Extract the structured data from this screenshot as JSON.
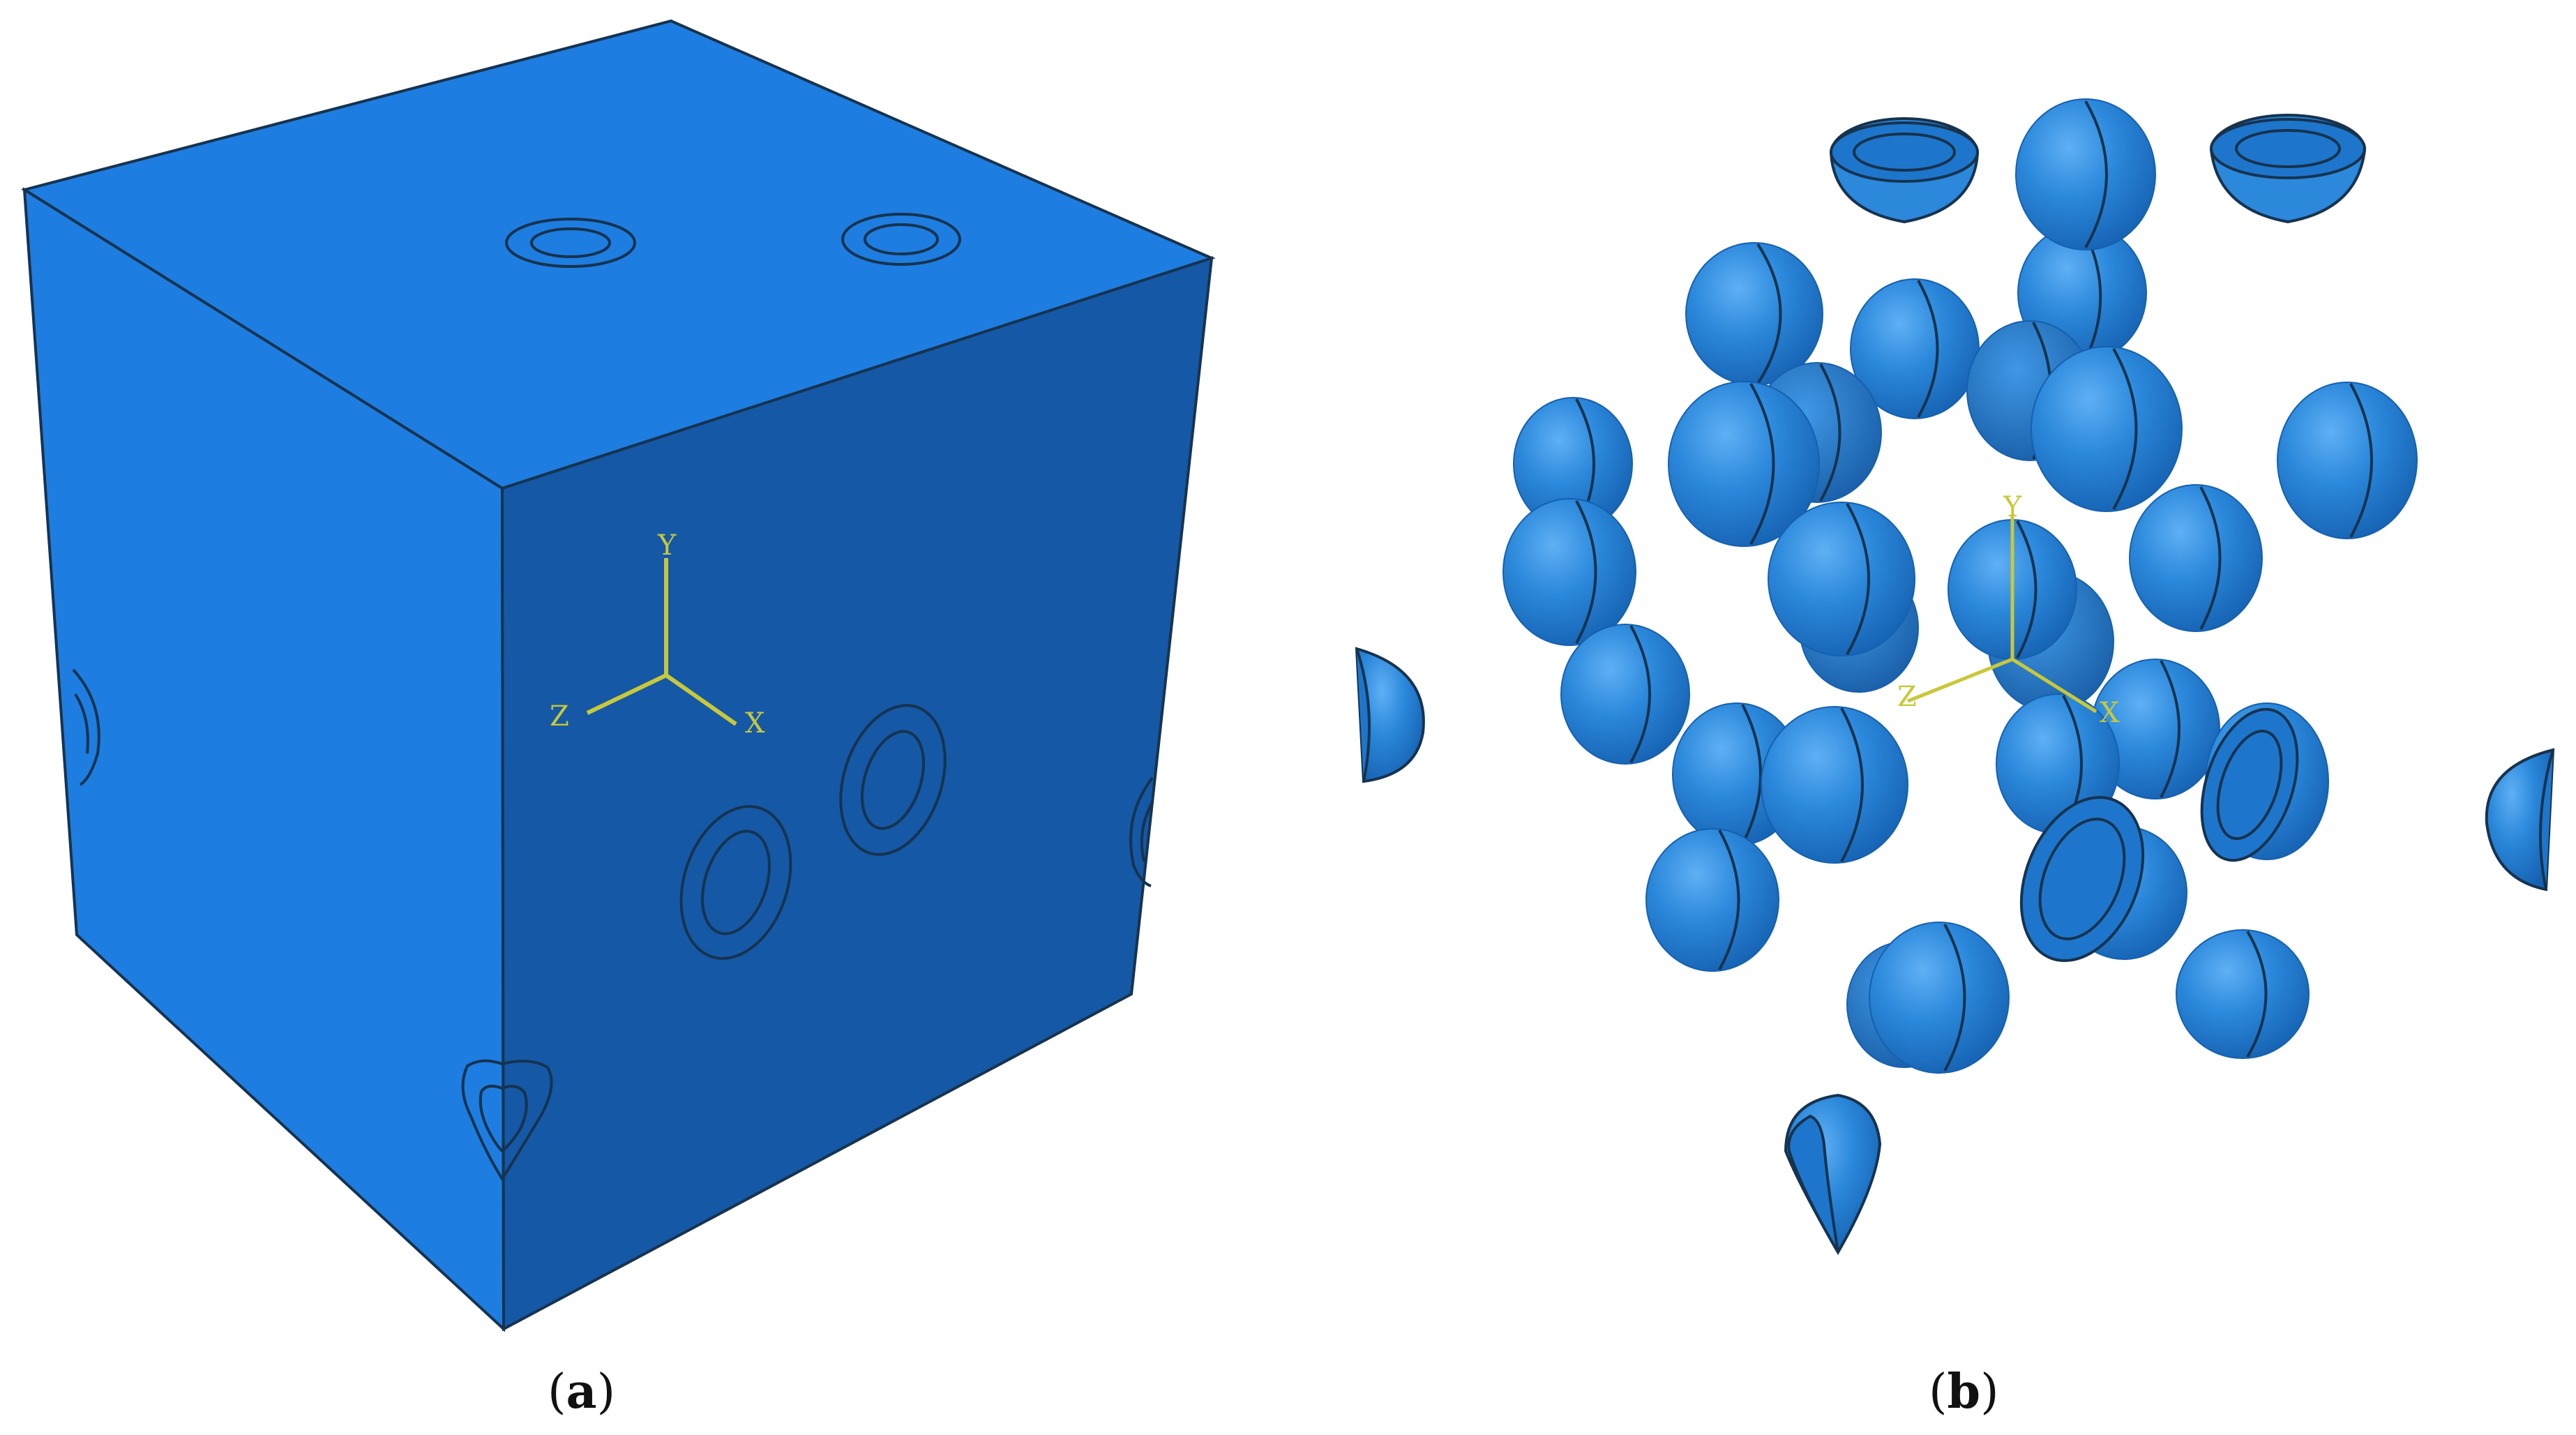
{
  "panels": [
    {
      "label": "a",
      "open": "(",
      "close": ")"
    },
    {
      "label": "b",
      "open": "(",
      "close": ")"
    }
  ],
  "axis_labels": {
    "x": "X",
    "y": "Y",
    "z": "Z"
  },
  "colors": {
    "cube_front": "#1e7de0",
    "cube_side": "#1558a6",
    "sphere": "#2b88db",
    "axis": "#c8c83a",
    "outline": "#16334f"
  }
}
